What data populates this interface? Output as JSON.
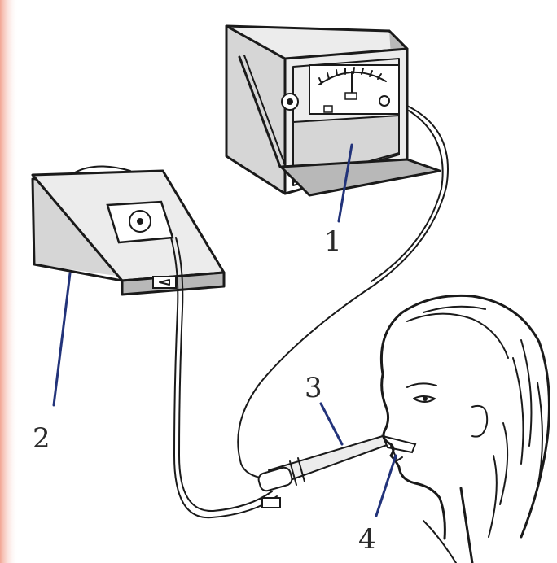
{
  "labels": {
    "one": "1",
    "two": "2",
    "three": "3",
    "four": "4"
  },
  "colors": {
    "leader_line": "#22337a",
    "ink": "#1a1a1a",
    "edge_tint": "#f4b7a6"
  }
}
